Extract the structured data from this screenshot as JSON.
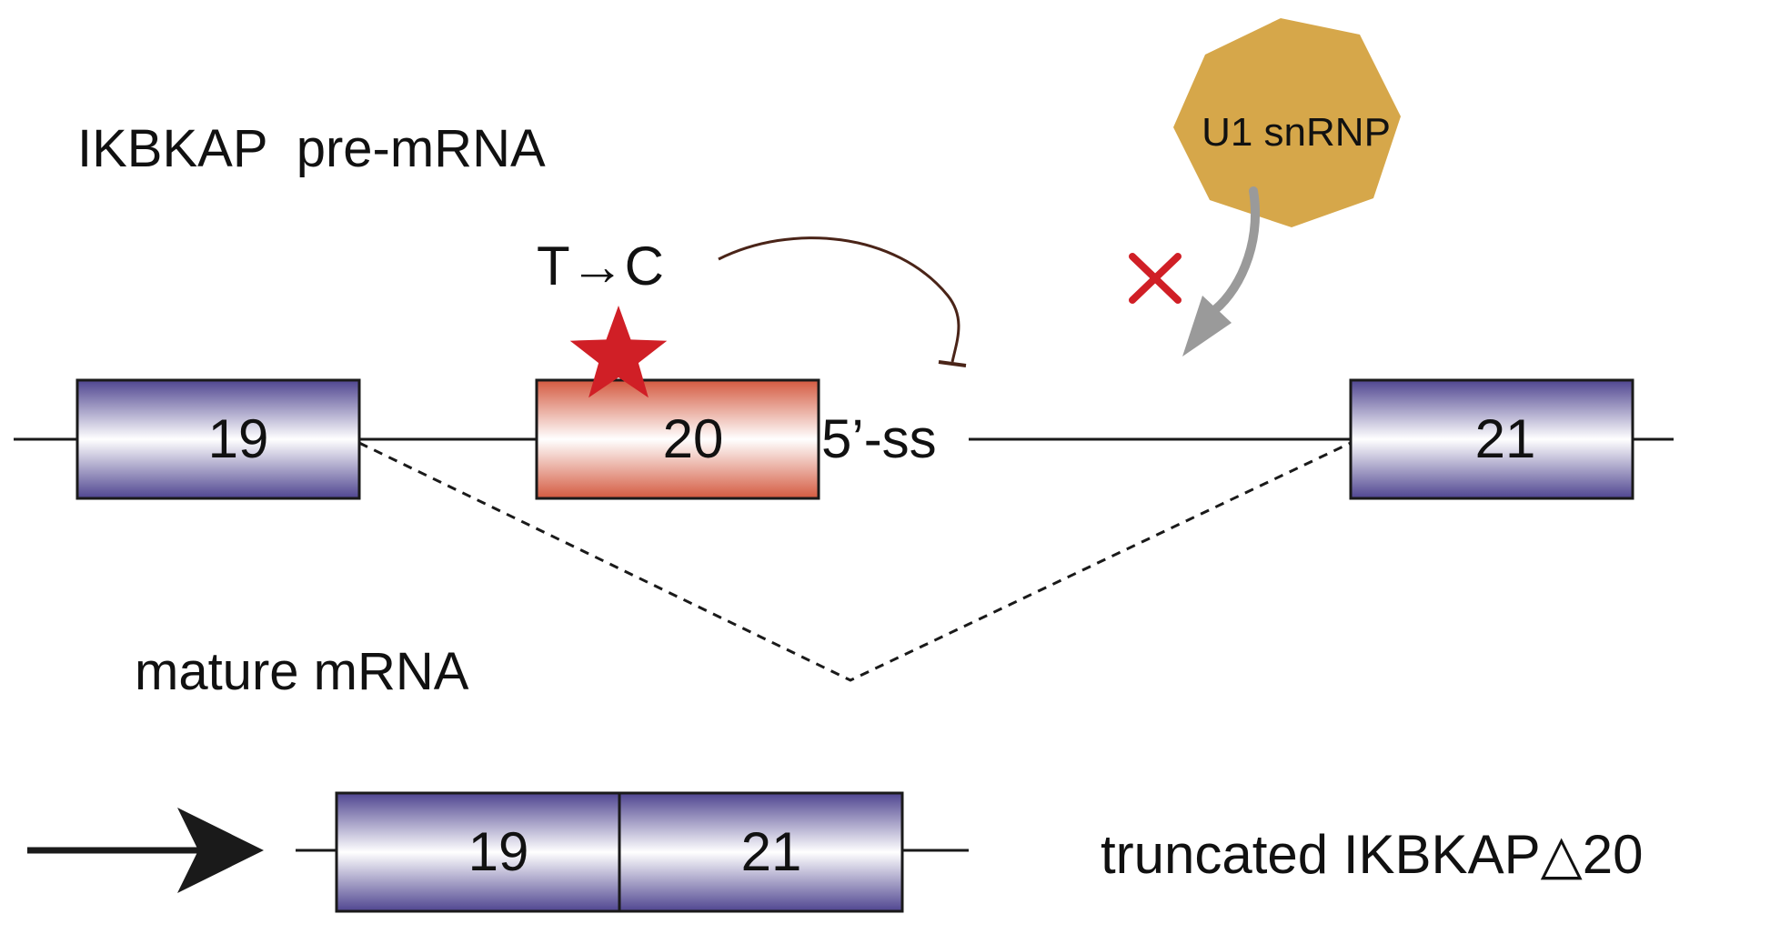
{
  "labels": {
    "pre_mrna": "IKBKAP  pre-mRNA",
    "mature_mrna": "mature mRNA",
    "mutation": "T→C",
    "splice_site": "5’-ss",
    "u1": "U1 snRNP",
    "result": "truncated IKBKAP△20"
  },
  "exons": {
    "e19": "19",
    "e20": "20",
    "e21": "21",
    "m19": "19",
    "m21": "21"
  },
  "colors": {
    "normal_exon_dark": "#4f4590",
    "normal_exon_light": "#ffffff",
    "mutant_exon_dark": "#d45a40",
    "mutant_exon_light": "#ffffff",
    "u1_fill": "#d6a74a",
    "star": "#d01f26",
    "block_cross": "#d01f26",
    "u1_arrow": "#9a9a9a",
    "inhibit_arc": "#4a2418",
    "line": "#1a1a1a"
  },
  "icons": {
    "mutation_marker": "star-icon",
    "blocked_binding": "cross-icon",
    "process_arrow": "right-arrow-icon"
  }
}
